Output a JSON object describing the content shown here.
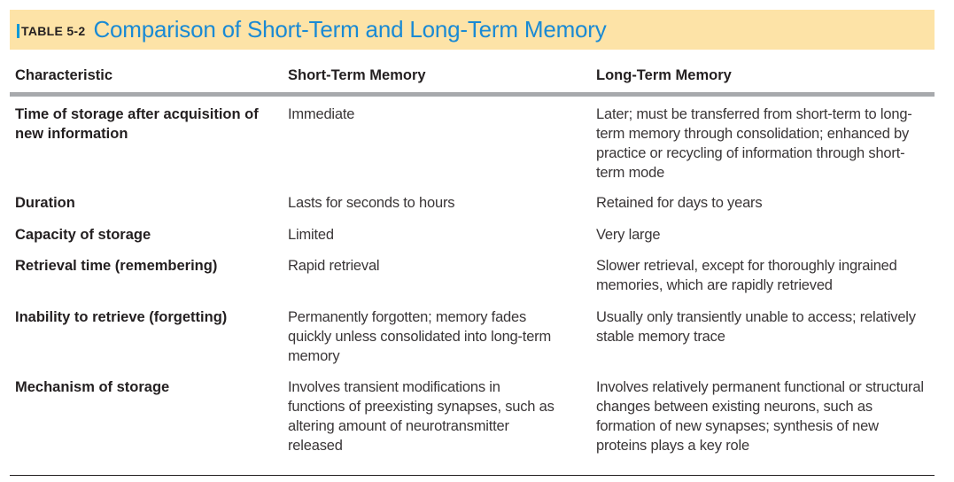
{
  "table": {
    "label": "TABLE 5-2",
    "title": "Comparison of Short-Term and Long-Term Memory",
    "columns": [
      "Characteristic",
      "Short-Term Memory",
      "Long-Term Memory"
    ],
    "rows": [
      {
        "characteristic": "Time of storage after acquisition of new information",
        "short_term": "Immediate",
        "long_term": "Later; must be transferred from short-term to long-term memory through consolidation; enhanced by practice or recycling of information through short-term mode"
      },
      {
        "characteristic": "Duration",
        "short_term": "Lasts for seconds to hours",
        "long_term": "Retained for days to years"
      },
      {
        "characteristic": "Capacity of storage",
        "short_term": "Limited",
        "long_term": "Very large"
      },
      {
        "characteristic": "Retrieval time (remembering)",
        "short_term": "Rapid retrieval",
        "long_term": "Slower retrieval, except for thoroughly ingrained memories, which are rapidly retrieved"
      },
      {
        "characteristic": "Inability to retrieve (forgetting)",
        "short_term": "Permanently forgotten; memory fades quickly unless consolidated into long-term memory",
        "long_term": "Usually only transiently unable to access; relatively stable memory trace"
      },
      {
        "characteristic": "Mechanism of storage",
        "short_term": "Involves transient modifications in functions of preexisting synapses, such as altering amount of neurotransmitter released",
        "long_term": "Involves relatively permanent functional or structural changes between existing neurons, such as formation of new synapses; synthesis of new proteins plays a key role"
      }
    ]
  },
  "colors": {
    "title_band": "#fde3a7",
    "title_text": "#1a8ad4",
    "marker": "#0099d8",
    "header_rule": "#a7a9ac"
  }
}
